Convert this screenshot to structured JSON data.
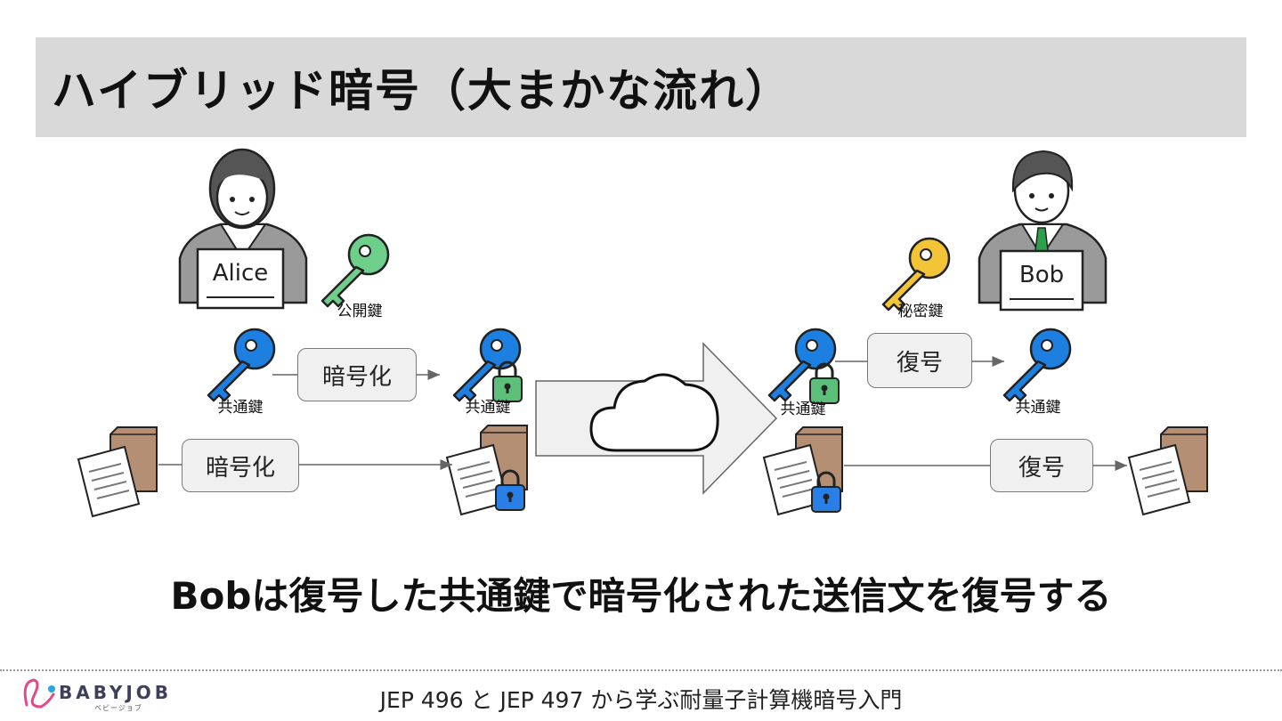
{
  "title": "ハイブリッド暗号（大まかな流れ）",
  "people": {
    "alice": {
      "label": "Alice"
    },
    "bob": {
      "label": "Bob"
    }
  },
  "keys": {
    "public_key": "公開鍵",
    "private_key": "秘密鍵",
    "common_key_1": "共通鍵",
    "common_key_2": "共通鍵",
    "common_key_3": "共通鍵",
    "common_key_4": "共通鍵"
  },
  "process": {
    "encrypt_key": "暗号化",
    "encrypt_doc": "暗号化",
    "decrypt_key": "復号",
    "decrypt_doc": "復号"
  },
  "caption": "Bobは復号した共通鍵で暗号化された送信文を復号する",
  "footer": {
    "logo": "BABYJOB",
    "logo_sub": "ベビージョブ",
    "text": "JEP 496 と JEP 497 から学ぶ耐量子計算機暗号入門"
  },
  "colors": {
    "title_bg": "#d9d9d9",
    "public_key": "#6dcf8a",
    "private_key": "#f2c436",
    "common_key": "#1d7fe0",
    "lock_green": "#5dc07a",
    "lock_blue": "#2a7fe6",
    "box_brown": "#b48f73"
  }
}
